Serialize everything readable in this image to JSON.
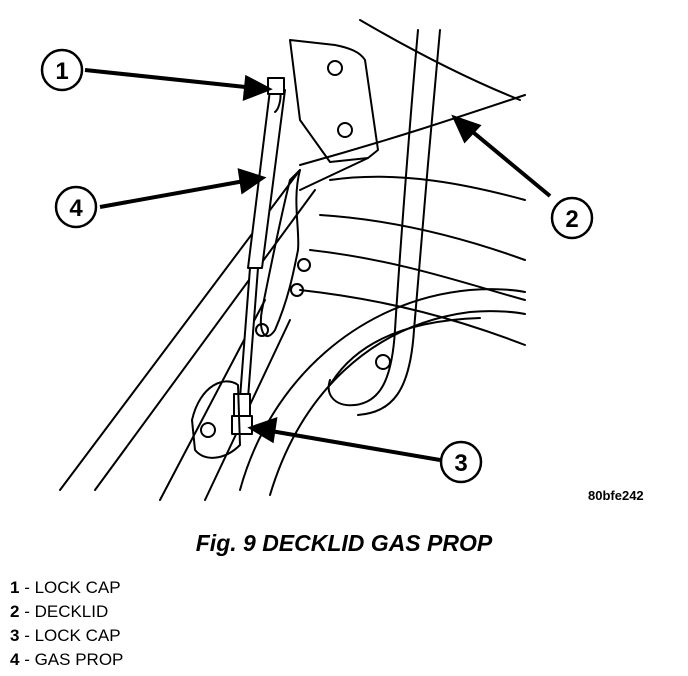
{
  "figure_code": "80bfe242",
  "caption": "Fig. 9 DECKLID GAS PROP",
  "callouts": [
    {
      "number": "1"
    },
    {
      "number": "2"
    },
    {
      "number": "3"
    },
    {
      "number": "4"
    }
  ],
  "legend": [
    {
      "number": "1",
      "text": " - LOCK CAP"
    },
    {
      "number": "2",
      "text": " - DECKLID"
    },
    {
      "number": "3",
      "text": " - LOCK CAP"
    },
    {
      "number": "4",
      "text": " - GAS PROP"
    }
  ]
}
